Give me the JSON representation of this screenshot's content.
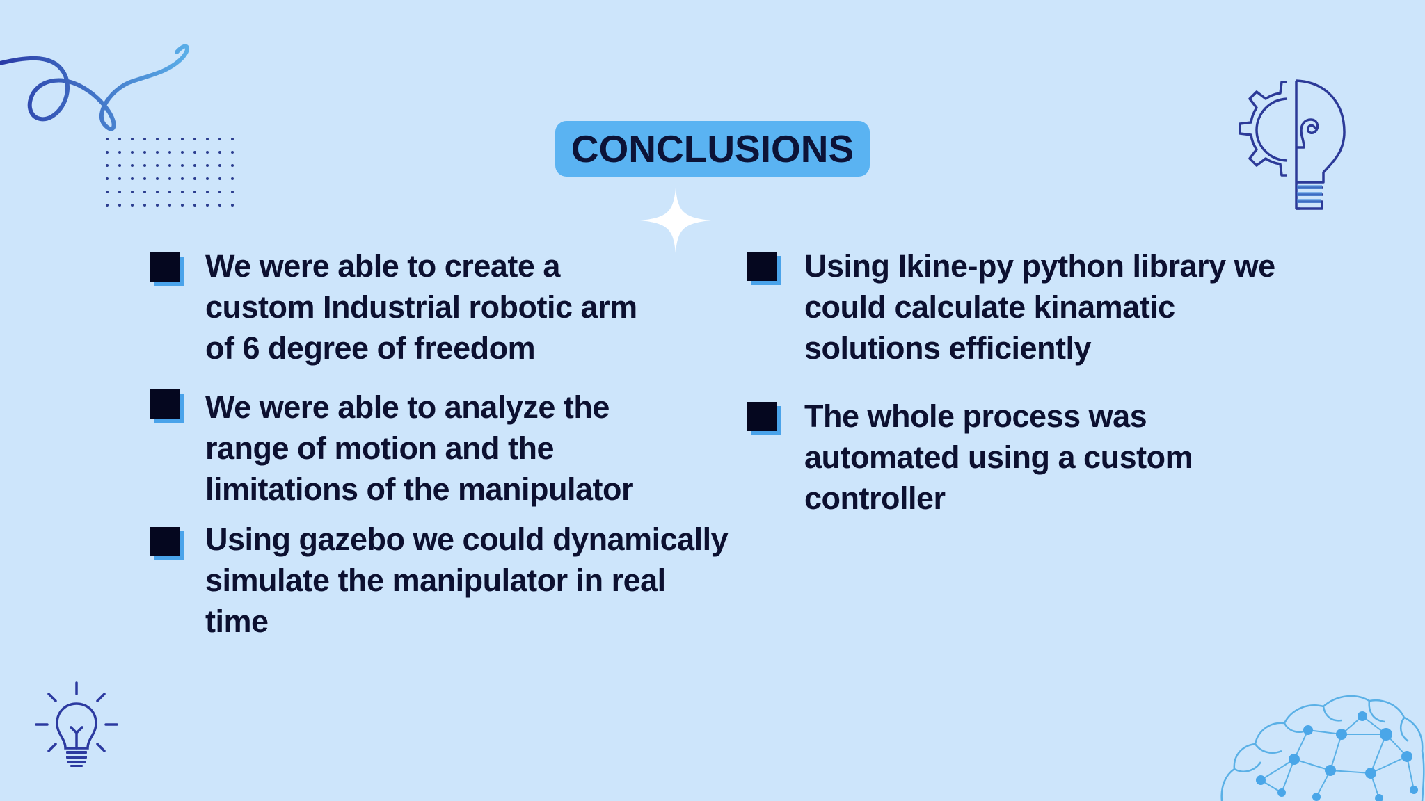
{
  "slide": {
    "title": "CONCLUSIONS",
    "left_bullets": [
      {
        "text": "We were able to create a\ncustom Industrial robotic arm\nof 6 degree of freedom"
      },
      {
        "text": "We were able to analyze the\nrange of motion and the\nlimitations of the manipulator"
      },
      {
        "text": "Using gazebo we could dynamically\nsimulate the manipulator in real\ntime"
      }
    ],
    "right_bullets": [
      {
        "text": "Using Ikine-py python library we\ncould calculate kinamatic\nsolutions efficiently"
      },
      {
        "text": "The whole process was\nautomated using a custom\ncontroller"
      }
    ]
  },
  "decorations": {
    "squiggle": "squiggle-line",
    "dot_grid": "dot-grid",
    "sparkle": "four-point-star-icon",
    "gear_bulb": "gear-lightbulb-icon",
    "lightbulb": "lightbulb-icon",
    "brain_network": "brain-network-icon"
  },
  "colors": {
    "background": "#cde5fb",
    "title_box": "#5ab3f2",
    "text": "#0c1030",
    "bullet": "#05071f",
    "bullet_shadow": "#4aa3ea",
    "deco_dark": "#2a3fa8",
    "deco_light": "#5aaee8"
  }
}
